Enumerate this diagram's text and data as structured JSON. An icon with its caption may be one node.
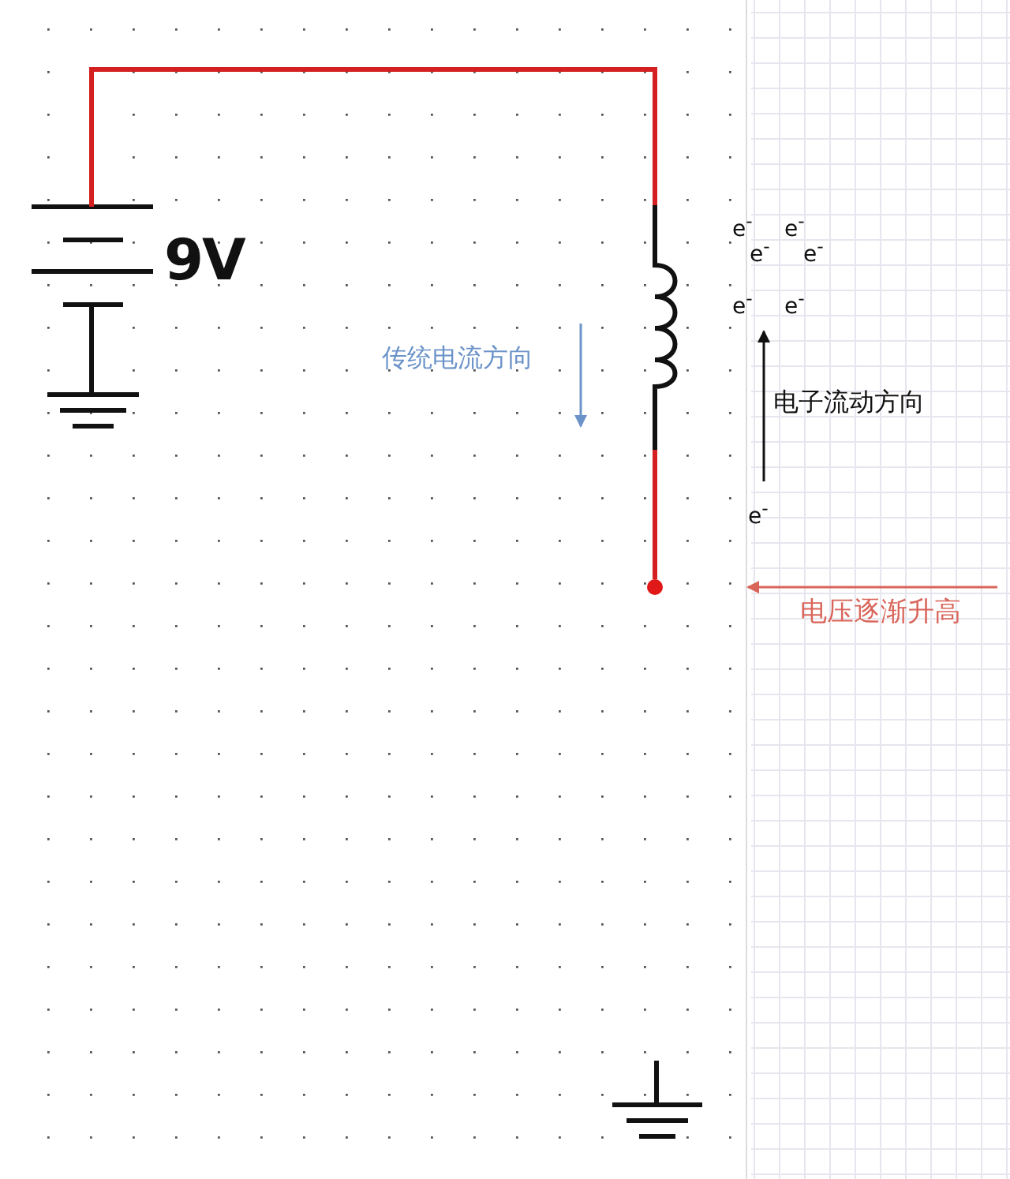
{
  "diagram": {
    "nodes": [
      {
        "text": [],
        "shape": "battery",
        "beside": [
          "9V"
        ]
      },
      {
        "text": [],
        "shape": "inductor"
      },
      {
        "text": [],
        "shape": "circle"
      }
    ],
    "edges": [
      {
        "from": 0,
        "to": 1,
        "arrow": "none",
        "color": "#d42020"
      },
      {
        "from": 1,
        "to": 2,
        "arrow": "none",
        "color": "#d42020"
      }
    ],
    "labels": [
      "e$^{-}$",
      "e$^{-}$",
      "e$^{-}$",
      "e$^{-}$",
      "e$^{-}$",
      "e$^{-}$",
      "传统电流方向",
      "电子流动方向",
      "e$^{-}$",
      "电压逐渐升高"
    ]
  }
}
